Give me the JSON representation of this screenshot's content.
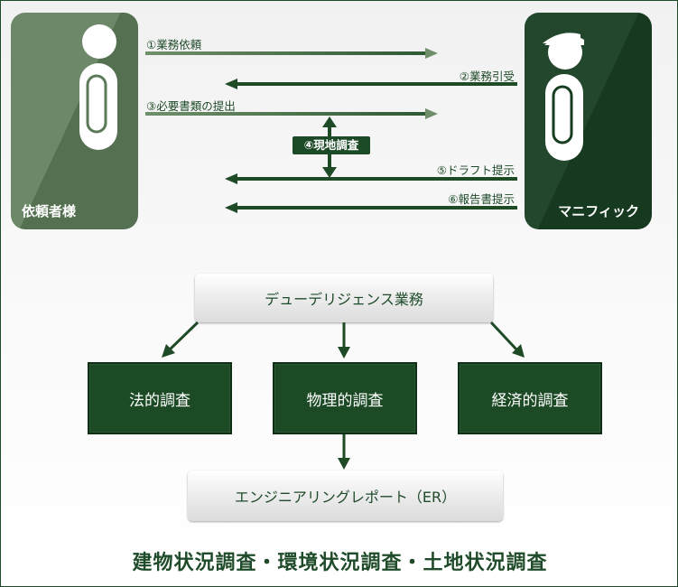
{
  "actors": {
    "client": "依頼者様",
    "company": "マニフィック"
  },
  "flow_steps": [
    {
      "label": "①業務依頼",
      "direction": "to-company"
    },
    {
      "label": "②業務引受",
      "direction": "to-client"
    },
    {
      "label": "③必要書類の提出",
      "direction": "to-company"
    },
    {
      "label": "④現地調査",
      "direction": "both"
    },
    {
      "label": "⑤ドラフト提示",
      "direction": "to-client"
    },
    {
      "label": "⑥報告書提示",
      "direction": "to-client"
    }
  ],
  "service": {
    "title": "デューデリジェンス業務",
    "surveys": [
      "法的調査",
      "物理的調査",
      "経済的調査"
    ],
    "report": "エンジニアリングレポート（ER）"
  },
  "caption": "建物状況調査・環境状況調査・土地状況調査",
  "colors": {
    "dark_green": "#173d21",
    "mid_green": "#5b7a57",
    "box_green": "#1b4a25",
    "text_green": "#1f4b2a"
  }
}
